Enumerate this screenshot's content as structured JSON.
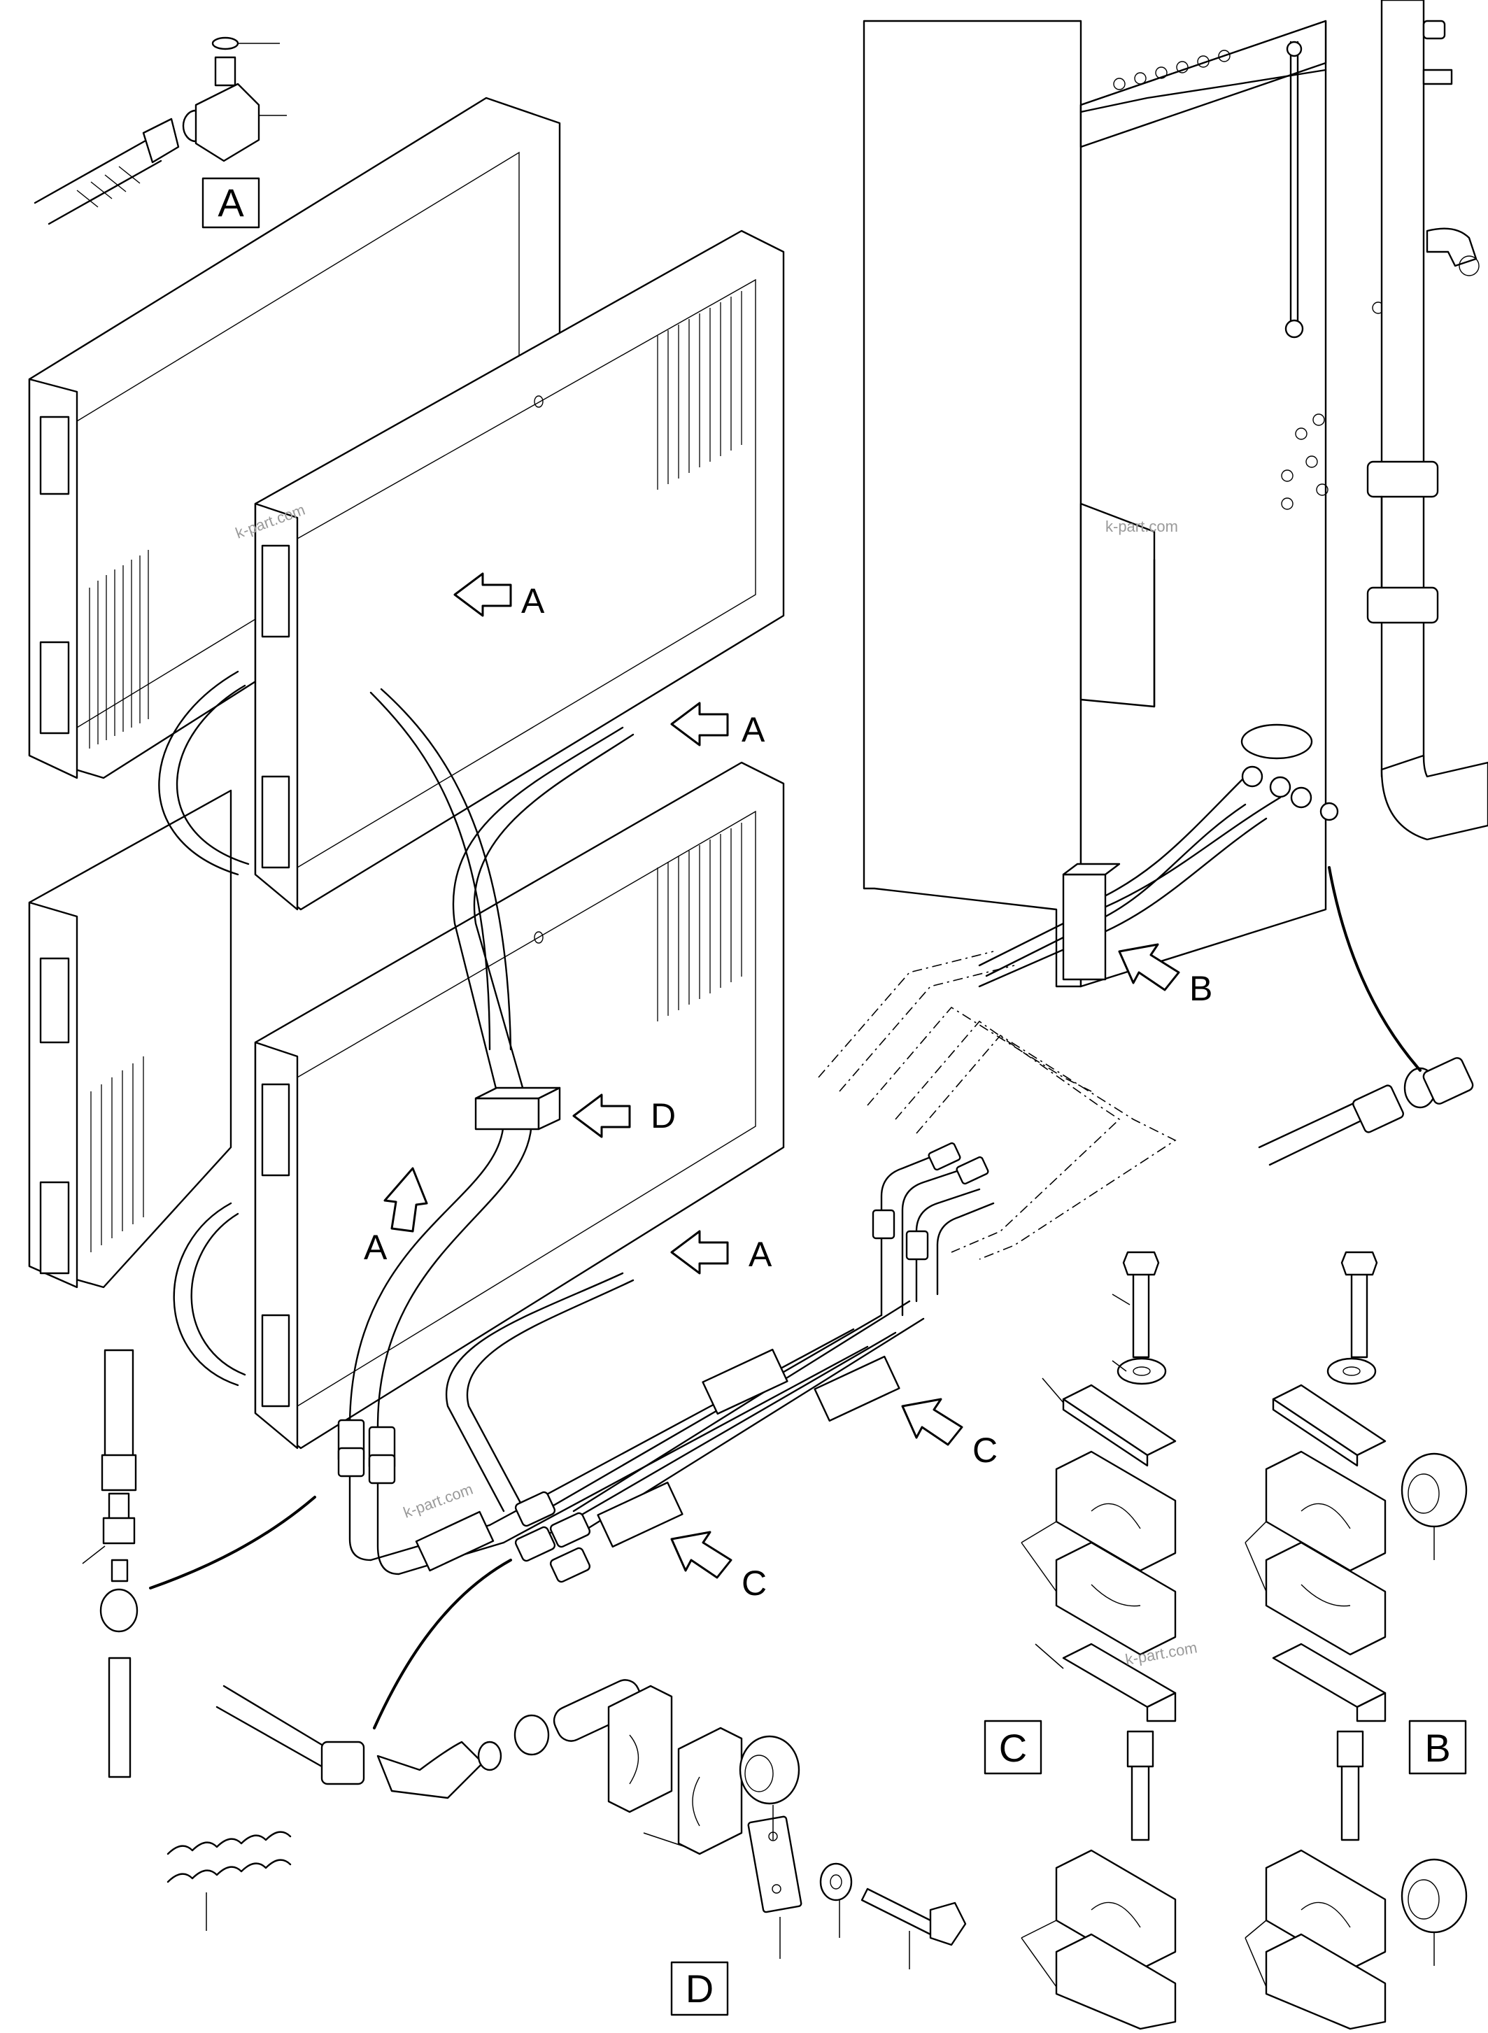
{
  "detail_labels": {
    "a": "A",
    "b": "B",
    "c": "C",
    "d": "D"
  },
  "callouts": {
    "a1": "A",
    "a2": "A",
    "a3": "A",
    "a4": "A",
    "b": "B",
    "c1": "C",
    "c2": "C",
    "d": "D"
  },
  "watermarks": {
    "w1": "k-part.com",
    "w2": "k-part.com",
    "w3": "k-part.com",
    "w4": "k-part.com"
  },
  "icons": [
    "arrow-callout-icon",
    "hose-fitting-icon",
    "pipe-clamp-icon",
    "bolt-icon",
    "washer-icon",
    "grommet-icon"
  ]
}
